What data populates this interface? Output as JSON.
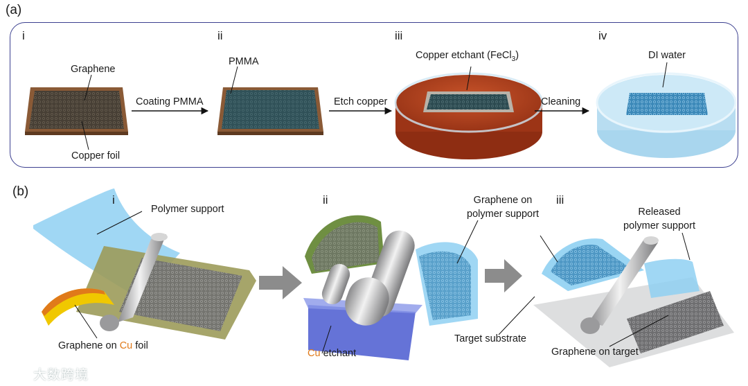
{
  "panel_a": {
    "label": "(a)",
    "steps": [
      "i",
      "ii",
      "iii",
      "iv"
    ],
    "graphene": "Graphene",
    "copper_foil": "Copper foil",
    "pmma": "PMMA",
    "coating": "Coating PMMA",
    "etchant_prefix": "Copper etchant (FeCl",
    "etchant_sub": "3",
    "etchant_suffix": ")",
    "etch_copper": "Etch copper",
    "cleaning": "Cleaning",
    "di_water": "DI water"
  },
  "panel_b": {
    "label": "(b)",
    "steps": [
      "i",
      "ii",
      "iii"
    ],
    "polymer_support": "Polymer support",
    "graphene_on": "Graphene on ",
    "cu": "Cu",
    "foil": " foil",
    "cu_etchant_suffix": " etchant",
    "graphene_on_polymer_l1": "Graphene on",
    "graphene_on_polymer_l2": "polymer support",
    "released_l1": "Released",
    "released_l2": "polymer support",
    "target_substrate": "Target substrate",
    "graphene_on_target": "Graphene on target"
  },
  "watermark": "大数跨境",
  "colors": {
    "panel_border": "#3b3f8f",
    "copper": "#8a5a36",
    "graphene": "#2f4f56",
    "etchant": "#b2401c",
    "water": "#bfe3f5",
    "polymer": "#8fd0f2",
    "cu_text": "#e07a1a",
    "arrow_gray": "#8c8c8c"
  }
}
